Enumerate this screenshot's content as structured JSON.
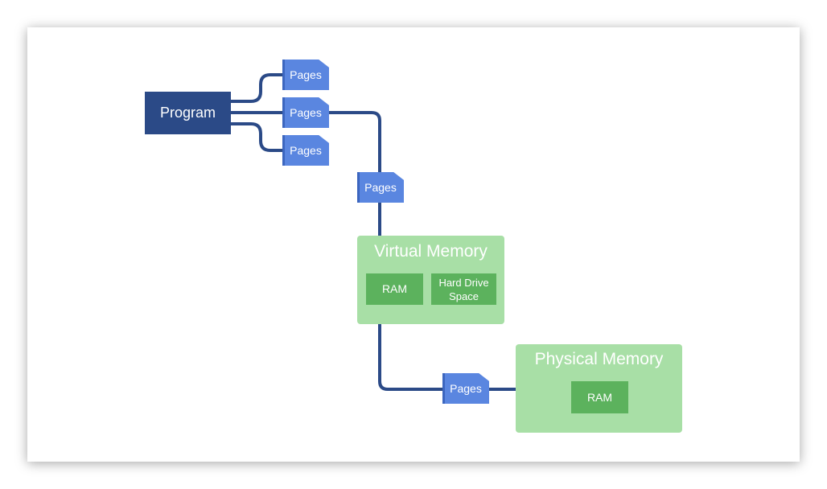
{
  "program": {
    "label": "Program"
  },
  "pages": [
    {
      "label": "Pages"
    },
    {
      "label": "Pages"
    },
    {
      "label": "Pages"
    },
    {
      "label": "Pages"
    },
    {
      "label": "Pages"
    }
  ],
  "virtual_memory": {
    "title": "Virtual Memory",
    "ram_label": "RAM",
    "hard_drive_label": "Hard Drive Space"
  },
  "physical_memory": {
    "title": "Physical Memory",
    "ram_label": "RAM"
  },
  "colors": {
    "program": "#2b4a87",
    "page": "#5a86e0",
    "connector": "#2b4a87",
    "memory_box": "#a8dfa6",
    "memory_chip": "#5cb25d"
  }
}
